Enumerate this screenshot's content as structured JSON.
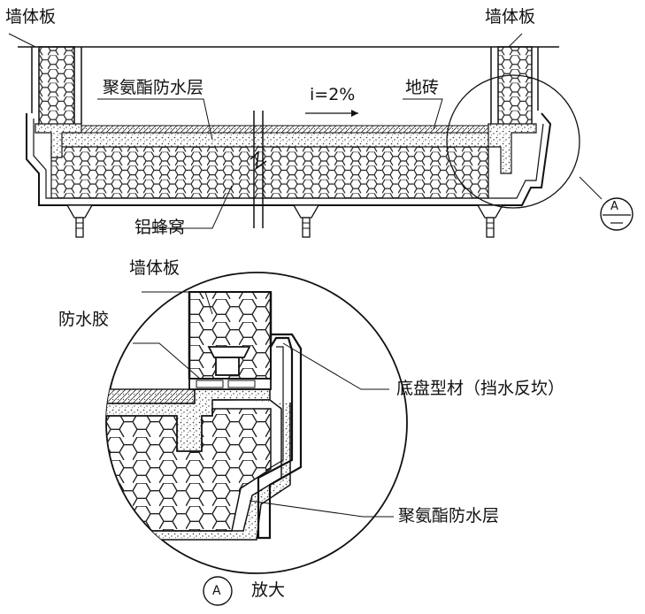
{
  "labels": {
    "wall_panel_left": "墙体板",
    "wall_panel_right": "墙体板",
    "pu_layer_top": "聚氨酯防水层",
    "slope": "i=2%",
    "floor_tile": "地砖",
    "honeycomb": "铝蜂窝",
    "wall_panel_detail": "墙体板",
    "waterproof_glue": "防水胶",
    "base_profile": "底盘型材（挡水反坎）",
    "pu_layer_detail": "聚氨酯防水层",
    "zoom_caption": "放大"
  },
  "callout": {
    "letter": "A",
    "letter_small": "A"
  },
  "colors": {
    "line": "#111111",
    "background": "#ffffff",
    "hatch": "#222222"
  }
}
